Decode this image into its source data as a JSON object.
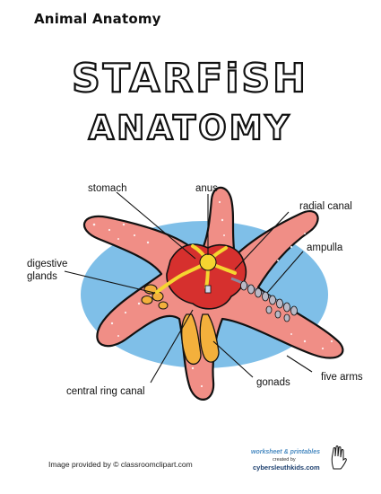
{
  "header": {
    "label": "Animal Anatomy"
  },
  "title": {
    "line1": "STARFiSH",
    "line2": "ANATOMY"
  },
  "labels": {
    "stomach": "stomach",
    "anus": "anus",
    "radial_canal": "radial canal",
    "ampulla": "ampulla",
    "digestive_glands_line1": "digestive",
    "digestive_glands_line2": "glands",
    "central_ring_canal": "central ring canal",
    "gonads": "gonads",
    "five_arms": "five arms"
  },
  "footer": {
    "credit": "Image provided by © classroomclipart.com",
    "brand_line1": "worksheet & printables",
    "brand_line2": "created by",
    "brand_line3": "cybersleuthkids.com"
  },
  "colors": {
    "body": "#f08e86",
    "body_dark": "#d65f5a",
    "organ_red": "#d6302e",
    "canal_yellow": "#f5d530",
    "gonad_orange": "#f3b03c",
    "background_oval": "#7fbfe8",
    "ampulla_gray": "#b9b9c6"
  }
}
